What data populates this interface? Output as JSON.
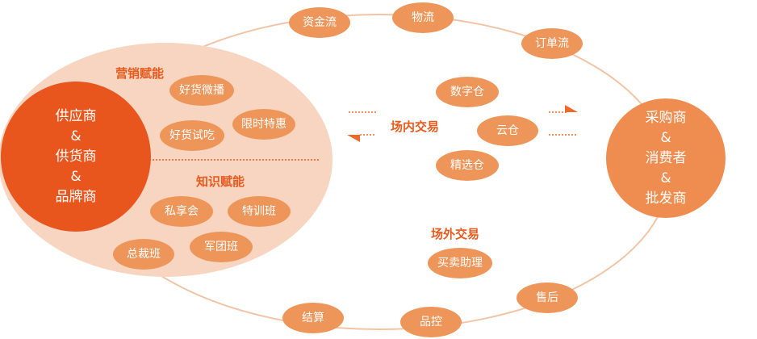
{
  "colors": {
    "supplier_circle": "#e8561d",
    "consumer_circle": "#ee8d4f",
    "empower_area": "#f8d5c0",
    "pill": "#ee9559",
    "heading": "#e85b1f",
    "flow_line": "#f2c4a6",
    "arrow": "#ee6a2b"
  },
  "supplier": {
    "line1": "供应商",
    "line2": "&",
    "line3": "供货商",
    "line4": "&",
    "line5": "品牌商"
  },
  "consumer": {
    "line1": "采购商",
    "line2": "&",
    "line3": "消费者",
    "line4": "&",
    "line5": "批发商"
  },
  "marketing": {
    "title": "营销赋能",
    "items": [
      "好货微播",
      "限时特惠",
      "好货试吃"
    ]
  },
  "knowledge": {
    "title": "知识赋能",
    "items": [
      "私享会",
      "特训班",
      "总裁班",
      "军团班"
    ]
  },
  "ring_items": {
    "capital_flow": "资金流",
    "logistics": "物流",
    "order_flow": "订单流",
    "after_sales": "售后",
    "quality_control": "品控",
    "settlement": "结算"
  },
  "onsite_trade": {
    "title": "场内交易",
    "warehouses": [
      "数字仓",
      "云仓",
      "精选仓"
    ]
  },
  "offsite_trade": {
    "title": "场外交易",
    "items": [
      "买卖助理"
    ]
  }
}
